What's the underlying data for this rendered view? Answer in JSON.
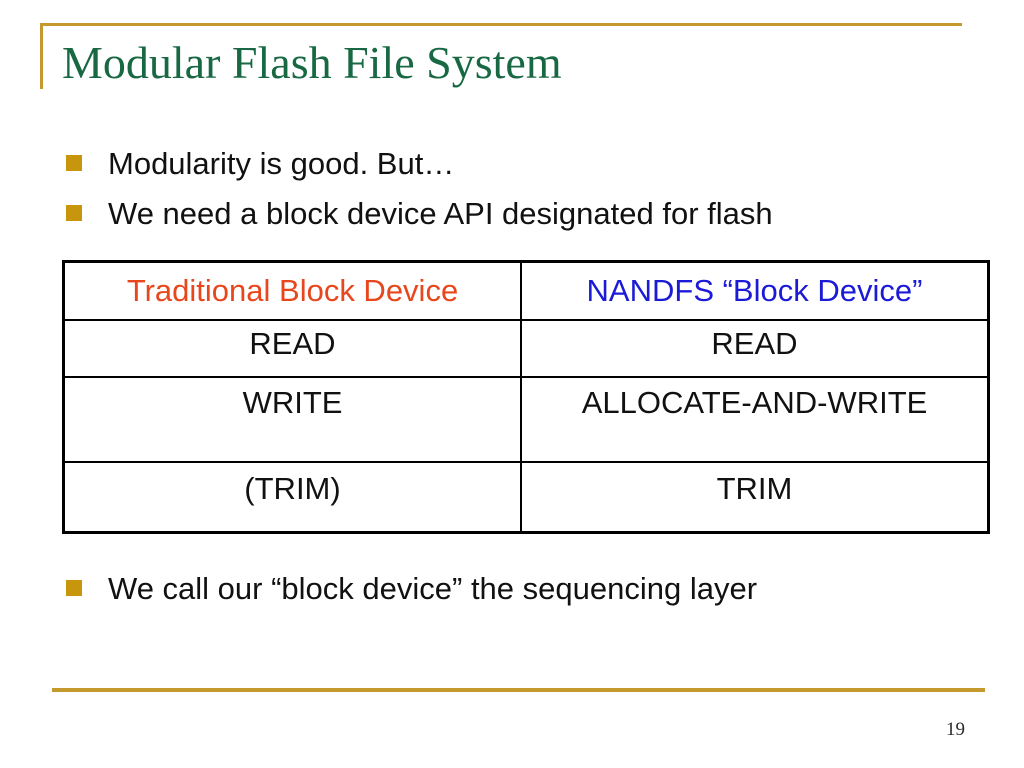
{
  "slide": {
    "title": "Modular Flash File System",
    "page_number": "19",
    "bullets_top": [
      {
        "label": "Modularity is good. But…"
      },
      {
        "label": "We need a block device API designated for flash"
      }
    ],
    "bullet_bottom": {
      "label": "We call our “block device” the sequencing layer"
    },
    "table": {
      "headers": [
        {
          "label": "Traditional Block Device",
          "color": "#e8471d"
        },
        {
          "label": "NANDFS “Block Device”",
          "color": "#1b1bd7"
        }
      ],
      "rows": [
        {
          "left": "READ",
          "right": "READ"
        },
        {
          "left": "WRITE",
          "right": "ALLOCATE-AND-WRITE"
        },
        {
          "left": "(TRIM)",
          "right": "TRIM"
        }
      ]
    },
    "colors": {
      "accent_gold": "#c49a2e",
      "bullet_gold": "#c8960c",
      "title_green": "#186943",
      "header_red": "#e8471d",
      "header_blue": "#1b1bd7",
      "body_text": "#111111"
    }
  }
}
